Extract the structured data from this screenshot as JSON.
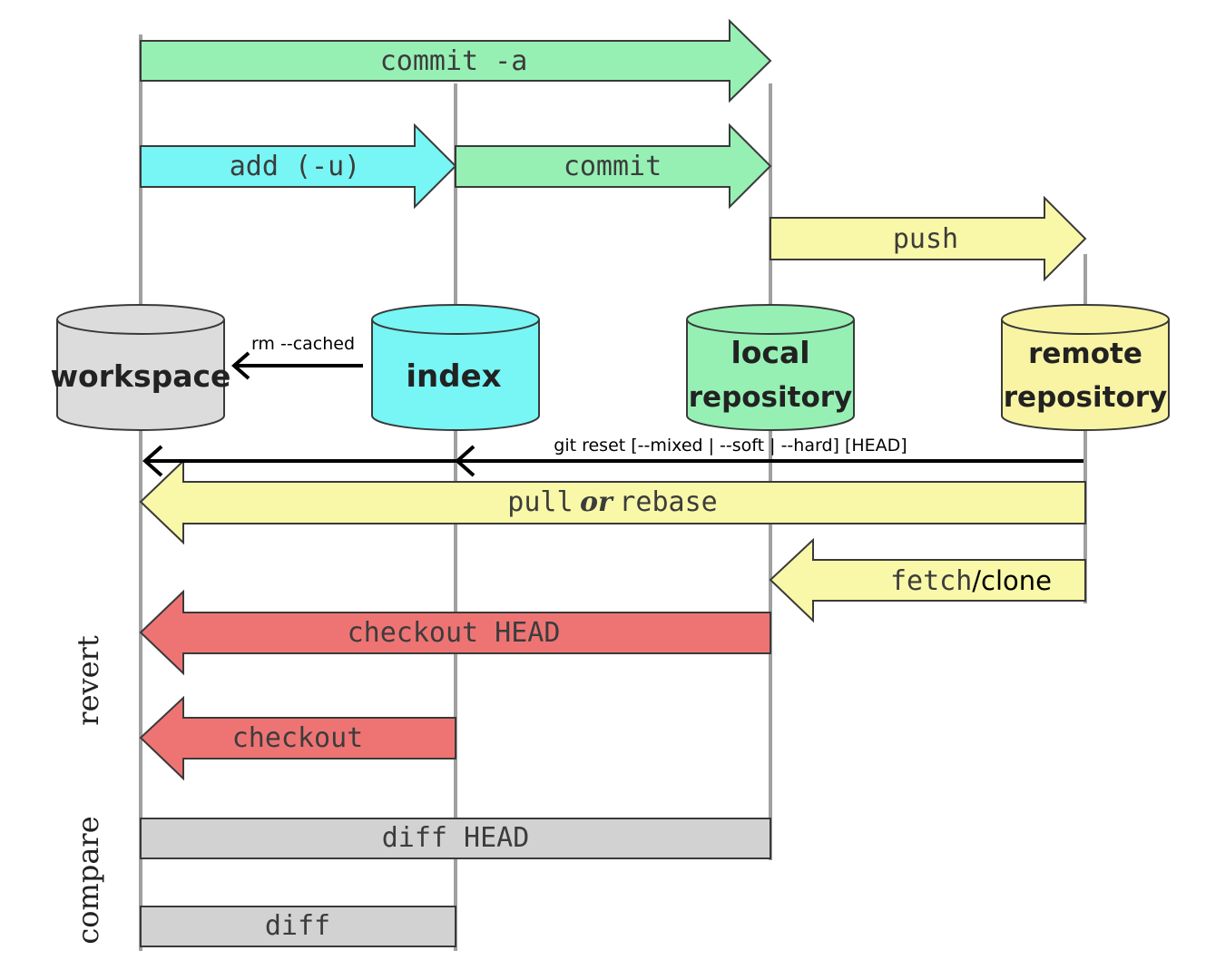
{
  "colors": {
    "green": "#96f0b4",
    "cyan": "#78f5f5",
    "yellow": "#f8f8a8",
    "red": "#ee7474",
    "gray": "#d2d2d2",
    "workspace_db": "#dcdcdc",
    "index_db": "#78f5f5",
    "local_db": "#96f0b4",
    "remote_db": "#f8f4a4",
    "arrow_text": "#3c3c3c",
    "lifeline": "#a0a0a0"
  },
  "databases": {
    "workspace": {
      "label": "workspace"
    },
    "index": {
      "label": "index"
    },
    "local": {
      "line1": "local",
      "line2": "repository"
    },
    "remote": {
      "line1": "remote",
      "line2": "repository"
    }
  },
  "arrows": {
    "commit_a": "commit -a",
    "add_u": "add (-u)",
    "commit": "commit",
    "push": "push",
    "pull_word": "pull",
    "pull_or": "or",
    "pull_rebase": "rebase",
    "fetch": "fetch",
    "fetch_clone": "/clone",
    "checkout_head": "checkout HEAD",
    "checkout": "checkout",
    "diff_head": "diff HEAD",
    "diff": "diff"
  },
  "annotations": {
    "rm_cached": "rm --cached",
    "git_reset": "git reset [--mixed | --soft | --hard] [HEAD]"
  },
  "side_labels": {
    "revert": "revert",
    "compare": "compare"
  }
}
